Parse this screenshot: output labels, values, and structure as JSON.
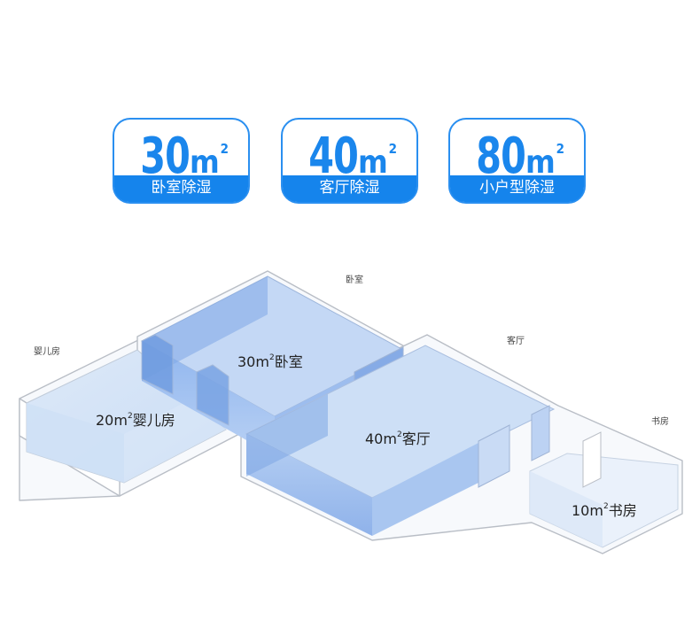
{
  "badges": [
    {
      "number": "30",
      "unit": "m",
      "sup": "2",
      "label": "卧室除湿"
    },
    {
      "number": "40",
      "unit": "m",
      "sup": "2",
      "label": "客厅除湿"
    },
    {
      "number": "80",
      "unit": "m",
      "sup": "2",
      "label": "小户型除湿"
    }
  ],
  "floorplan": {
    "labels": {
      "bedroom": "卧室",
      "living": "客厅",
      "nursery": "婴儿房",
      "study": "书房"
    },
    "rooms": {
      "bedroom": {
        "area": "30",
        "unit": "m",
        "sup": "2",
        "name": "卧室"
      },
      "living": {
        "area": "40",
        "unit": "m",
        "sup": "2",
        "name": "客厅"
      },
      "nursery": {
        "area": "20",
        "unit": "m",
        "sup": "2",
        "name": "婴儿房"
      },
      "study": {
        "area": "10",
        "unit": "m",
        "sup": "2",
        "name": "书房"
      }
    }
  },
  "colors": {
    "accent": "#1584ec",
    "room_fill": "#a9c8f2",
    "wall": "#ffffff",
    "wall_stroke": "#b8bcc4"
  }
}
